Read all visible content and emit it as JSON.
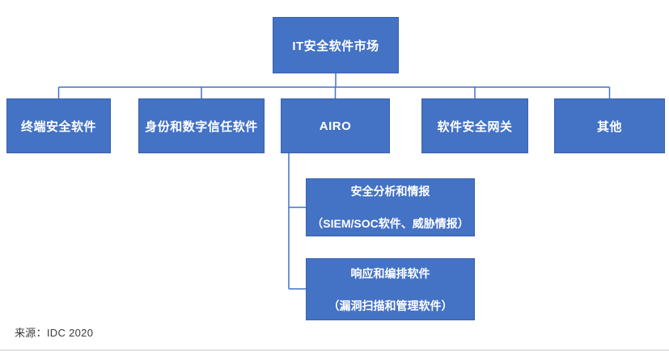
{
  "chart": {
    "root": {
      "label": "IT安全软件市场"
    },
    "level2": [
      {
        "label": "终端安全软件"
      },
      {
        "label": "身份和数字信任软件"
      },
      {
        "label": "AIRO"
      },
      {
        "label": "软件安全网关"
      },
      {
        "label": "其他"
      }
    ],
    "airo_children": [
      {
        "title": "安全分析和情报",
        "subtitle": "（SIEM/SOC软件、威胁情报）"
      },
      {
        "title": "响应和编排软件",
        "subtitle": "（漏洞扫描和管理软件）"
      }
    ]
  },
  "footer": {
    "source": "来源：IDC 2020"
  },
  "colors": {
    "box_fill": "#4472C4",
    "box_border": "#3A62A8",
    "box_text": "#FFFFFF",
    "connector": "#4472C4",
    "source_text": "#3A3A3A"
  }
}
